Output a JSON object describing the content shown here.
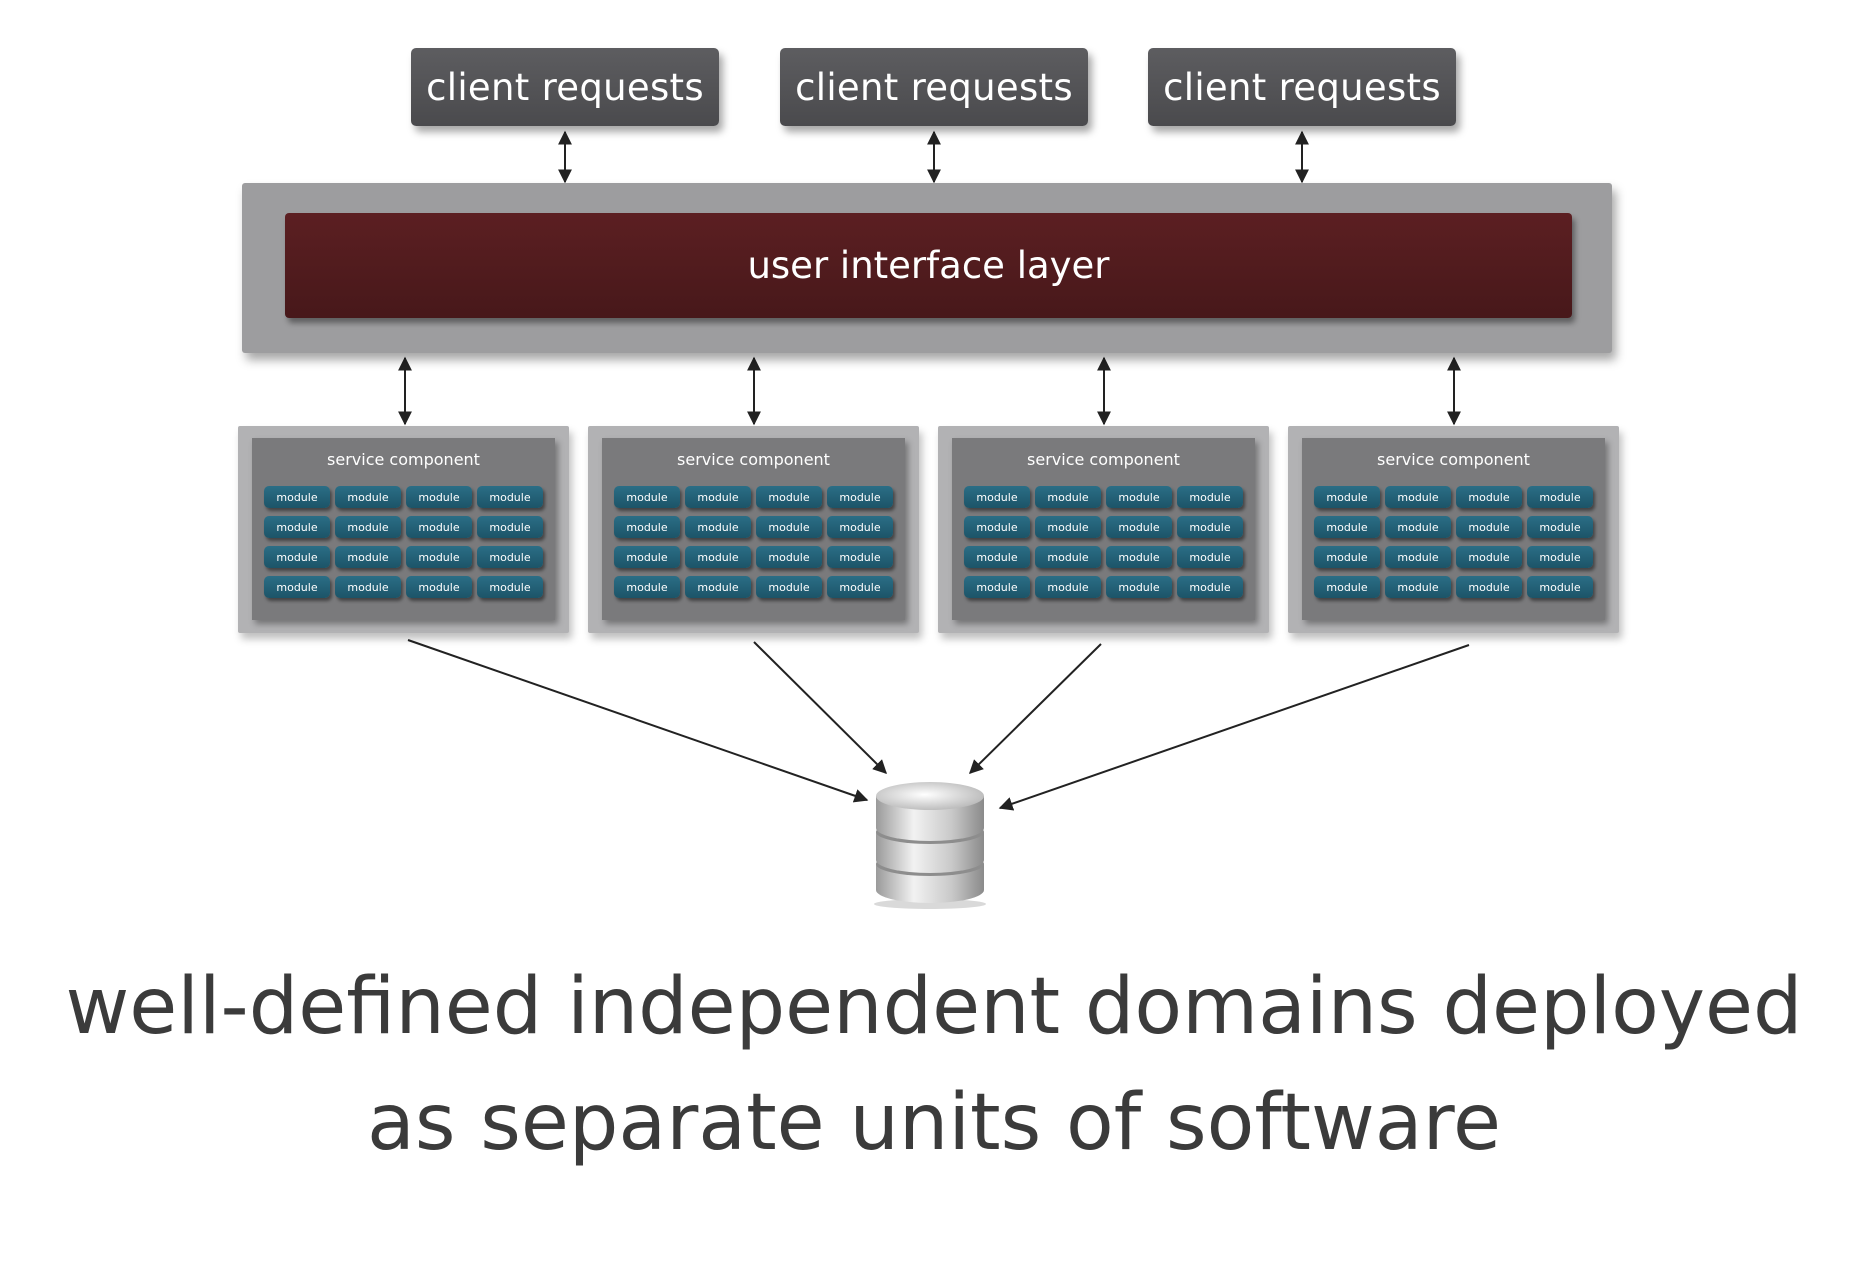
{
  "clients": [
    {
      "label": "client requests"
    },
    {
      "label": "client requests"
    },
    {
      "label": "client requests"
    }
  ],
  "ui_layer": {
    "label": "user interface layer"
  },
  "services": [
    {
      "title": "service component",
      "module_label": "module",
      "module_count": 16
    },
    {
      "title": "service component",
      "module_label": "module",
      "module_count": 16
    },
    {
      "title": "service component",
      "module_label": "module",
      "module_count": 16
    },
    {
      "title": "service component",
      "module_label": "module",
      "module_count": 16
    }
  ],
  "caption": {
    "line1": "well-defined independent domains deployed",
    "line2": "as separate units of software"
  },
  "colors": {
    "client_box": "#505053",
    "ui_layer": "#4f1b1e",
    "module": "#235f75",
    "caption_text": "#3b3b3b"
  }
}
